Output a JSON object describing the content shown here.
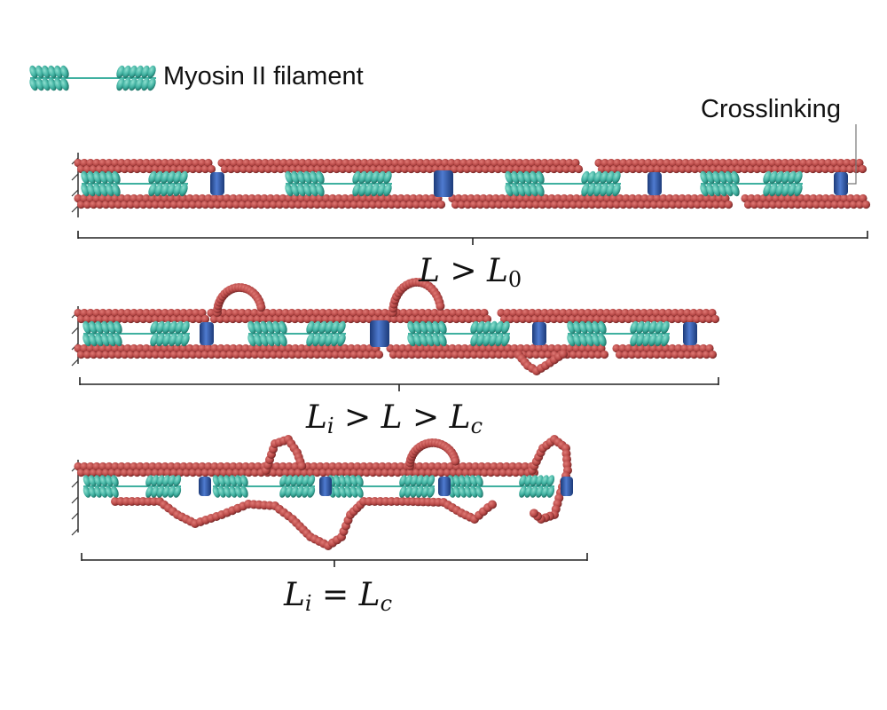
{
  "legend": {
    "label": "Myosin II filament",
    "icon": "myosin-bipolar-filament"
  },
  "crosslink": {
    "label": "Crosslinking"
  },
  "panels": [
    {
      "id": "top",
      "condition": {
        "main": "L",
        "op1": ">",
        "mid": "L",
        "mid_sub": "0"
      }
    },
    {
      "id": "middle",
      "condition": {
        "left": "L",
        "left_sub": "i",
        "op1": ">",
        "mid": "L",
        "op2": ">",
        "right": "L",
        "right_sub": "c"
      }
    },
    {
      "id": "bottom",
      "condition": {
        "left": "L",
        "left_sub": "i",
        "op1": "=",
        "right": "L",
        "right_sub": "c"
      }
    }
  ],
  "colors": {
    "actin": "#b94a48",
    "actin_dark": "#7a2a2a",
    "myosin": "#3fb0a0",
    "myosin_dark": "#1f7a6e",
    "crosslinker": "#2a4f9a",
    "line": "#222222"
  }
}
